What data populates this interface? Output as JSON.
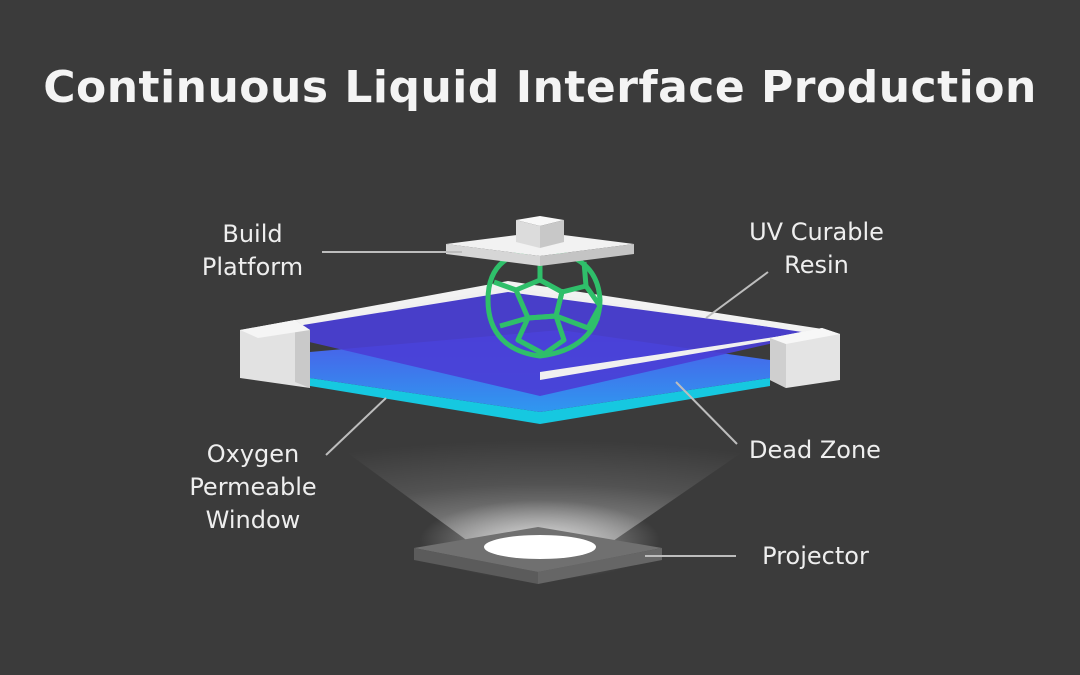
{
  "title": "Continuous Liquid Interface Production",
  "labels": {
    "build_platform": [
      "Build",
      "Platform"
    ],
    "uv_resin": [
      "UV Curable",
      "Resin"
    ],
    "oxygen_window": [
      "Oxygen",
      "Permeable",
      "Window"
    ],
    "dead_zone": [
      "Dead Zone"
    ],
    "projector": [
      "Projector"
    ]
  },
  "colors": {
    "background": "#3b3b3b",
    "resin": "#4a3fd6",
    "dead_zone": "#3c8cf0",
    "window": "#16c8e0",
    "object": "#2fbf6a",
    "frame": "#e9e9e9",
    "leader": "#bdbdbd"
  }
}
